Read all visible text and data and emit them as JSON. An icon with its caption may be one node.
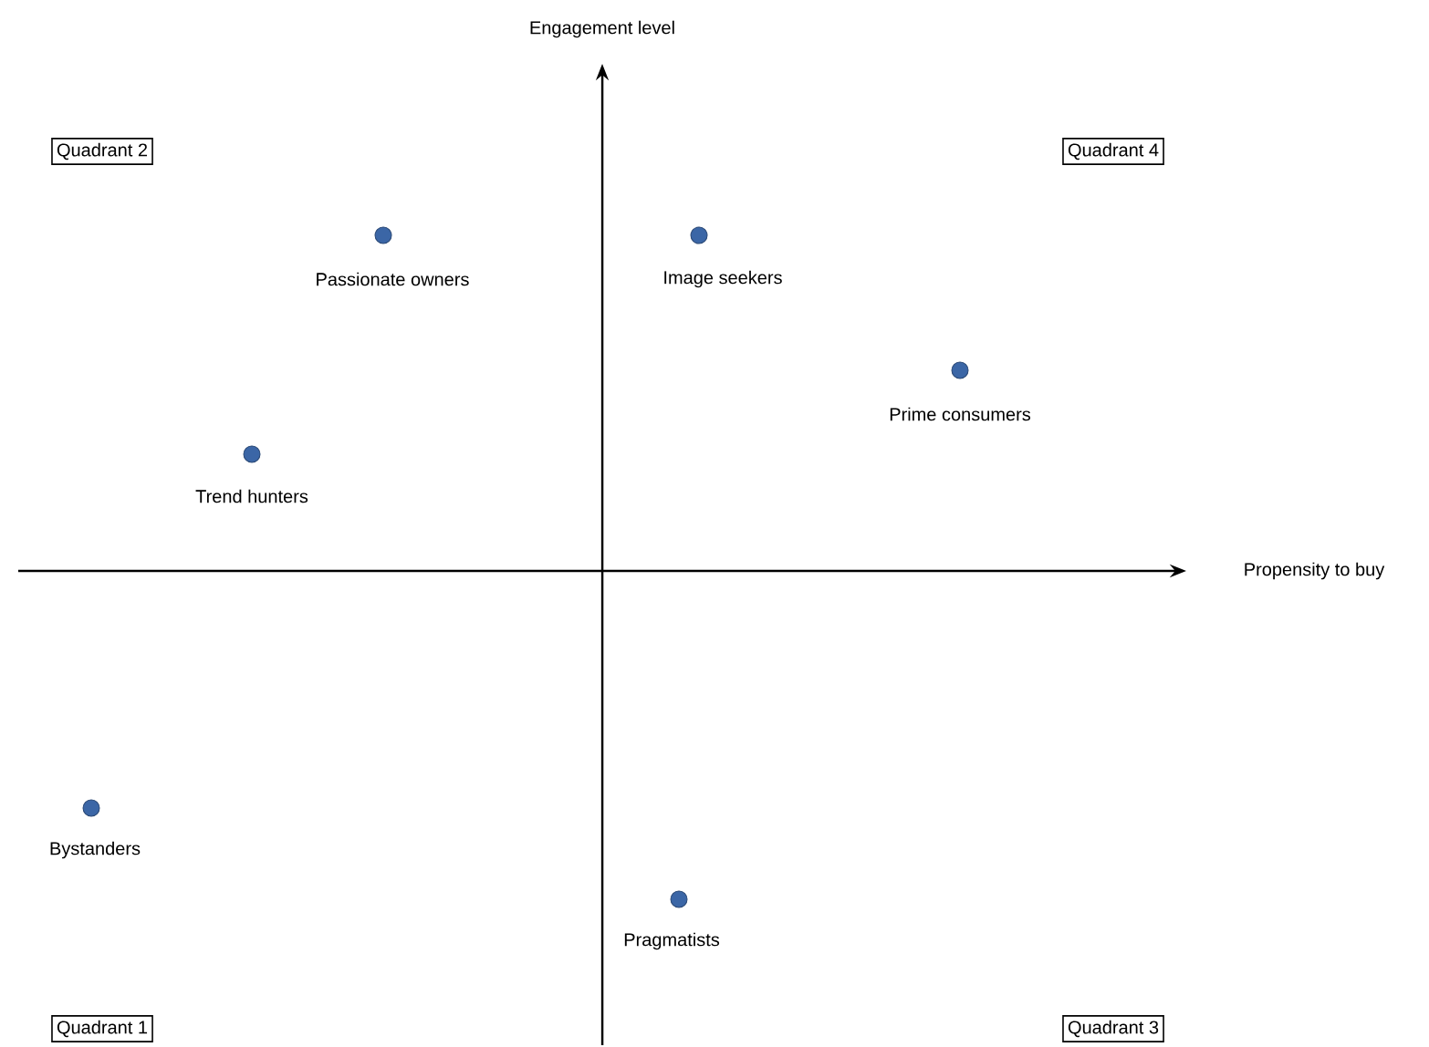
{
  "diagram": {
    "nodes": [
      {
        "text": [
          "Quadrant 2"
        ]
      },
      {
        "text": [
          "Quadrant 4"
        ]
      },
      {
        "text": [
          "Quadrant 1"
        ]
      },
      {
        "text": [
          "Quadrant 3"
        ]
      },
      {
        "text": [],
        "shape": "circle",
        "beside": [
          "Passionate owners"
        ]
      },
      {
        "text": [],
        "shape": "circle",
        "beside": [
          "Image seekers"
        ]
      },
      {
        "text": [],
        "shape": "circle",
        "beside": [
          "Prime consumers"
        ]
      },
      {
        "text": [],
        "shape": "circle",
        "beside": [
          "Trend hunters"
        ]
      },
      {
        "text": [],
        "shape": "circle",
        "beside": [
          "Bystanders"
        ]
      },
      {
        "text": [],
        "shape": "circle",
        "beside": [
          "Pragmatists"
        ]
      }
    ],
    "labels": [
      "Engagement level",
      "Propensity to buy"
    ]
  }
}
